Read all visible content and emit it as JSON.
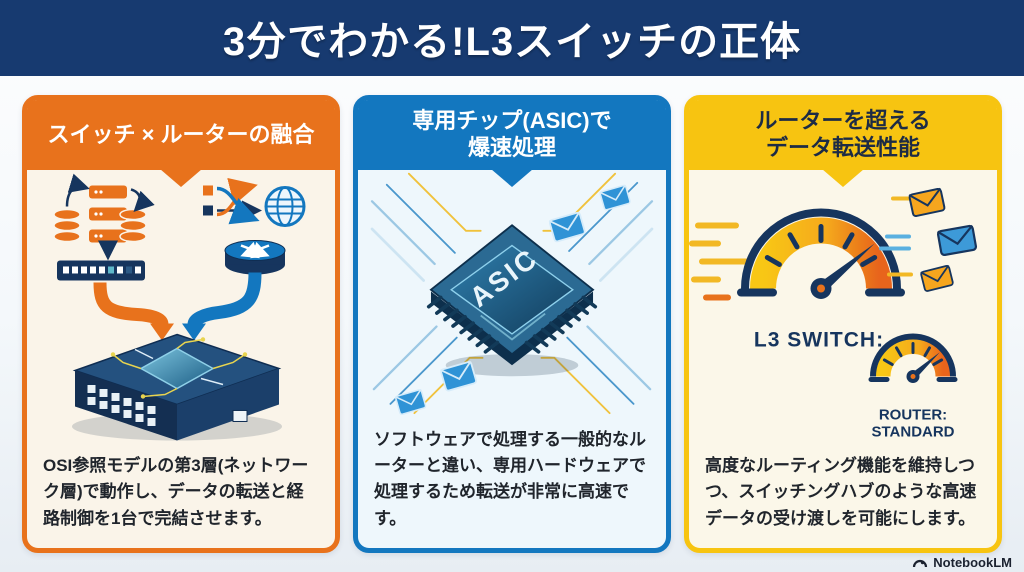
{
  "title": "3分でわかる!L3スイッチの正体",
  "colors": {
    "banner": "#173a70",
    "orange": "#e8721c",
    "blue": "#1377bf",
    "yellow": "#f7c411",
    "navy": "#16355e"
  },
  "panels": [
    {
      "id": "fusion",
      "header_lines": [
        "スイッチ × ルーターの融合"
      ],
      "body": "OSI参照モデルの第3層(ネットワーク層)で動作し、データの転送と経路制御を1台で完結させます。"
    },
    {
      "id": "asic",
      "header_lines": [
        "専用チップ(ASIC)で",
        "爆速処理"
      ],
      "chip_label": "ASIC",
      "body": "ソフトウェアで処理する一般的なルーターと違い、専用ハードウェアで処理するため転送が非常に高速です。"
    },
    {
      "id": "performance",
      "header_lines": [
        "ルーターを超える",
        "データ転送性能"
      ],
      "gauge_labels": {
        "large": "L3 SWITCH:",
        "small_line1": "ROUTER:",
        "small_line2": "STANDARD"
      },
      "body": "高度なルーティング機能を維持しつつ、スイッチングハブのような高速データの受け渡しを可能にします。"
    }
  ],
  "footer": {
    "brand": "NotebookLM"
  }
}
